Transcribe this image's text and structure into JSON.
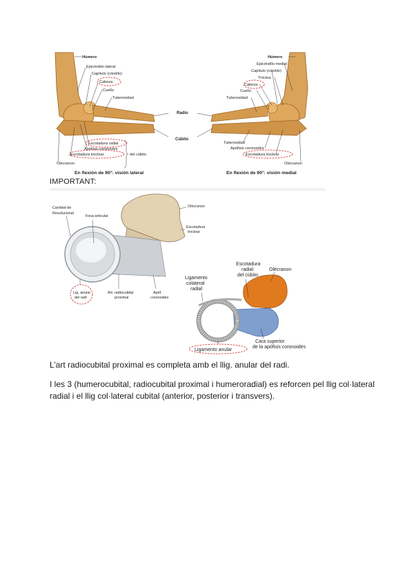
{
  "figure_top": {
    "lateral": {
      "labels": {
        "humero": "Húmero",
        "epicondilo_lateral": "Epicóndilo lateral",
        "capitulo": "Capítulo (cóndilo)",
        "cabeza": "Cabeza",
        "cuello": "Cuello",
        "tuberosidad": "Tuberosidad",
        "escotadura_radial": "Escotadura radial",
        "apofisis_coronoides": "Apófisis coronoides",
        "escotadura_troclear": "Escotadura troclear",
        "olecranon": "Olécranon",
        "del_cubito": "del cúbito"
      },
      "caption": "En flexión de 90°: visión lateral"
    },
    "center": {
      "radio": "Radio",
      "cubito": "Cúbito"
    },
    "medial": {
      "labels": {
        "humero": "Húmero",
        "epicondilo_medial": "Epicóndilo medial",
        "capitulo": "Capítulo (cóndilo)",
        "troclea": "Tróclea",
        "cabeza": "Cabeza",
        "cuello": "Cuello",
        "tuberosidad": "Tuberosidad",
        "tuberosidad_cubito": "Tuberosidad",
        "apofisis_coronoides": "Apófisis coronoides",
        "escotadura_troclear": "Escotadura troclear",
        "olecranon": "Olécranon"
      },
      "caption": "En flexión de 90°: visión medial"
    }
  },
  "important_label": "IMPORTANT:",
  "figure_mid": {
    "labels": {
      "cavidad": "Cavidad de",
      "revestida": "Resolucional",
      "fosa_articular": "Fosa articular",
      "olecranon": "Olécranon",
      "escotadura": "Escotadura",
      "troclear": "troclear",
      "lig_anular": "Lig. anular",
      "del_radi": "del radi",
      "art_radiocubital": "Art. radiocubital",
      "proximal": "proximal",
      "apof": "Apóf.",
      "coronoides": "coronoides"
    }
  },
  "figure_right": {
    "labels": {
      "escotadura_radial": "Escotadura",
      "radial": "radial",
      "del_cubito": "del cúbito",
      "olecranon": "Olécranon",
      "ligamento": "Ligamento",
      "colateral": "colateral",
      "radial2": "radial",
      "cara_superior": "Cara superior",
      "apofisis": "de la apófisis coronoides",
      "ligamento_anular": "Ligamento anular"
    }
  },
  "paragraphs": {
    "p1": "L’art radiocubital proximal es completa amb el llig. anular del radi.",
    "p2_line1": "I les 3 (humerocubital, radiocubital proximal i humeroradial) es reforcen pel llig col·lateral",
    "p2_line2": "radial i el llig col·lateral cubital (anterior, posterior i transvers)."
  },
  "colors": {
    "bone": "#d9a35a",
    "bone_dark": "#b87a32",
    "highlight": "#d63a3a",
    "orange": "#e07a1f",
    "blue": "#7f9fd0"
  }
}
